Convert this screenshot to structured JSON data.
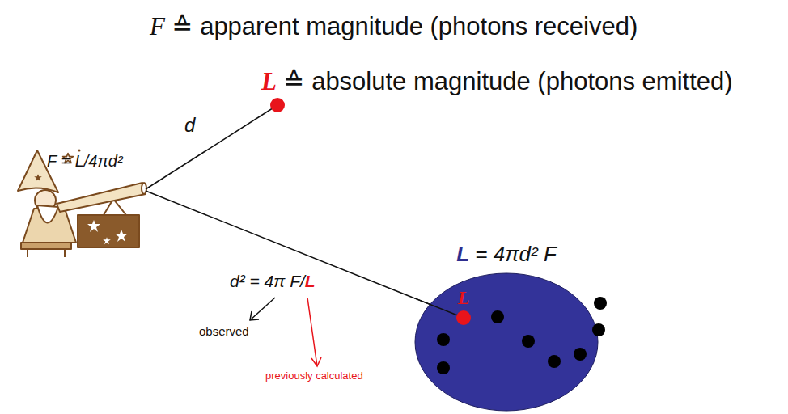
{
  "diagram": {
    "nodes": [
      {
        "text": [
          "L = 4πd² F"
        ]
      },
      {
        "text": [
          "L"
        ],
        "in": 0
      }
    ],
    "labels": [
      "F ≙ apparent magnitude (photons received)",
      "L ≙ absolute magnitude (photons emitted)",
      "d",
      "F = L/4πd²",
      "d² = 4π F/L",
      "observed",
      "previously calculated"
    ]
  }
}
